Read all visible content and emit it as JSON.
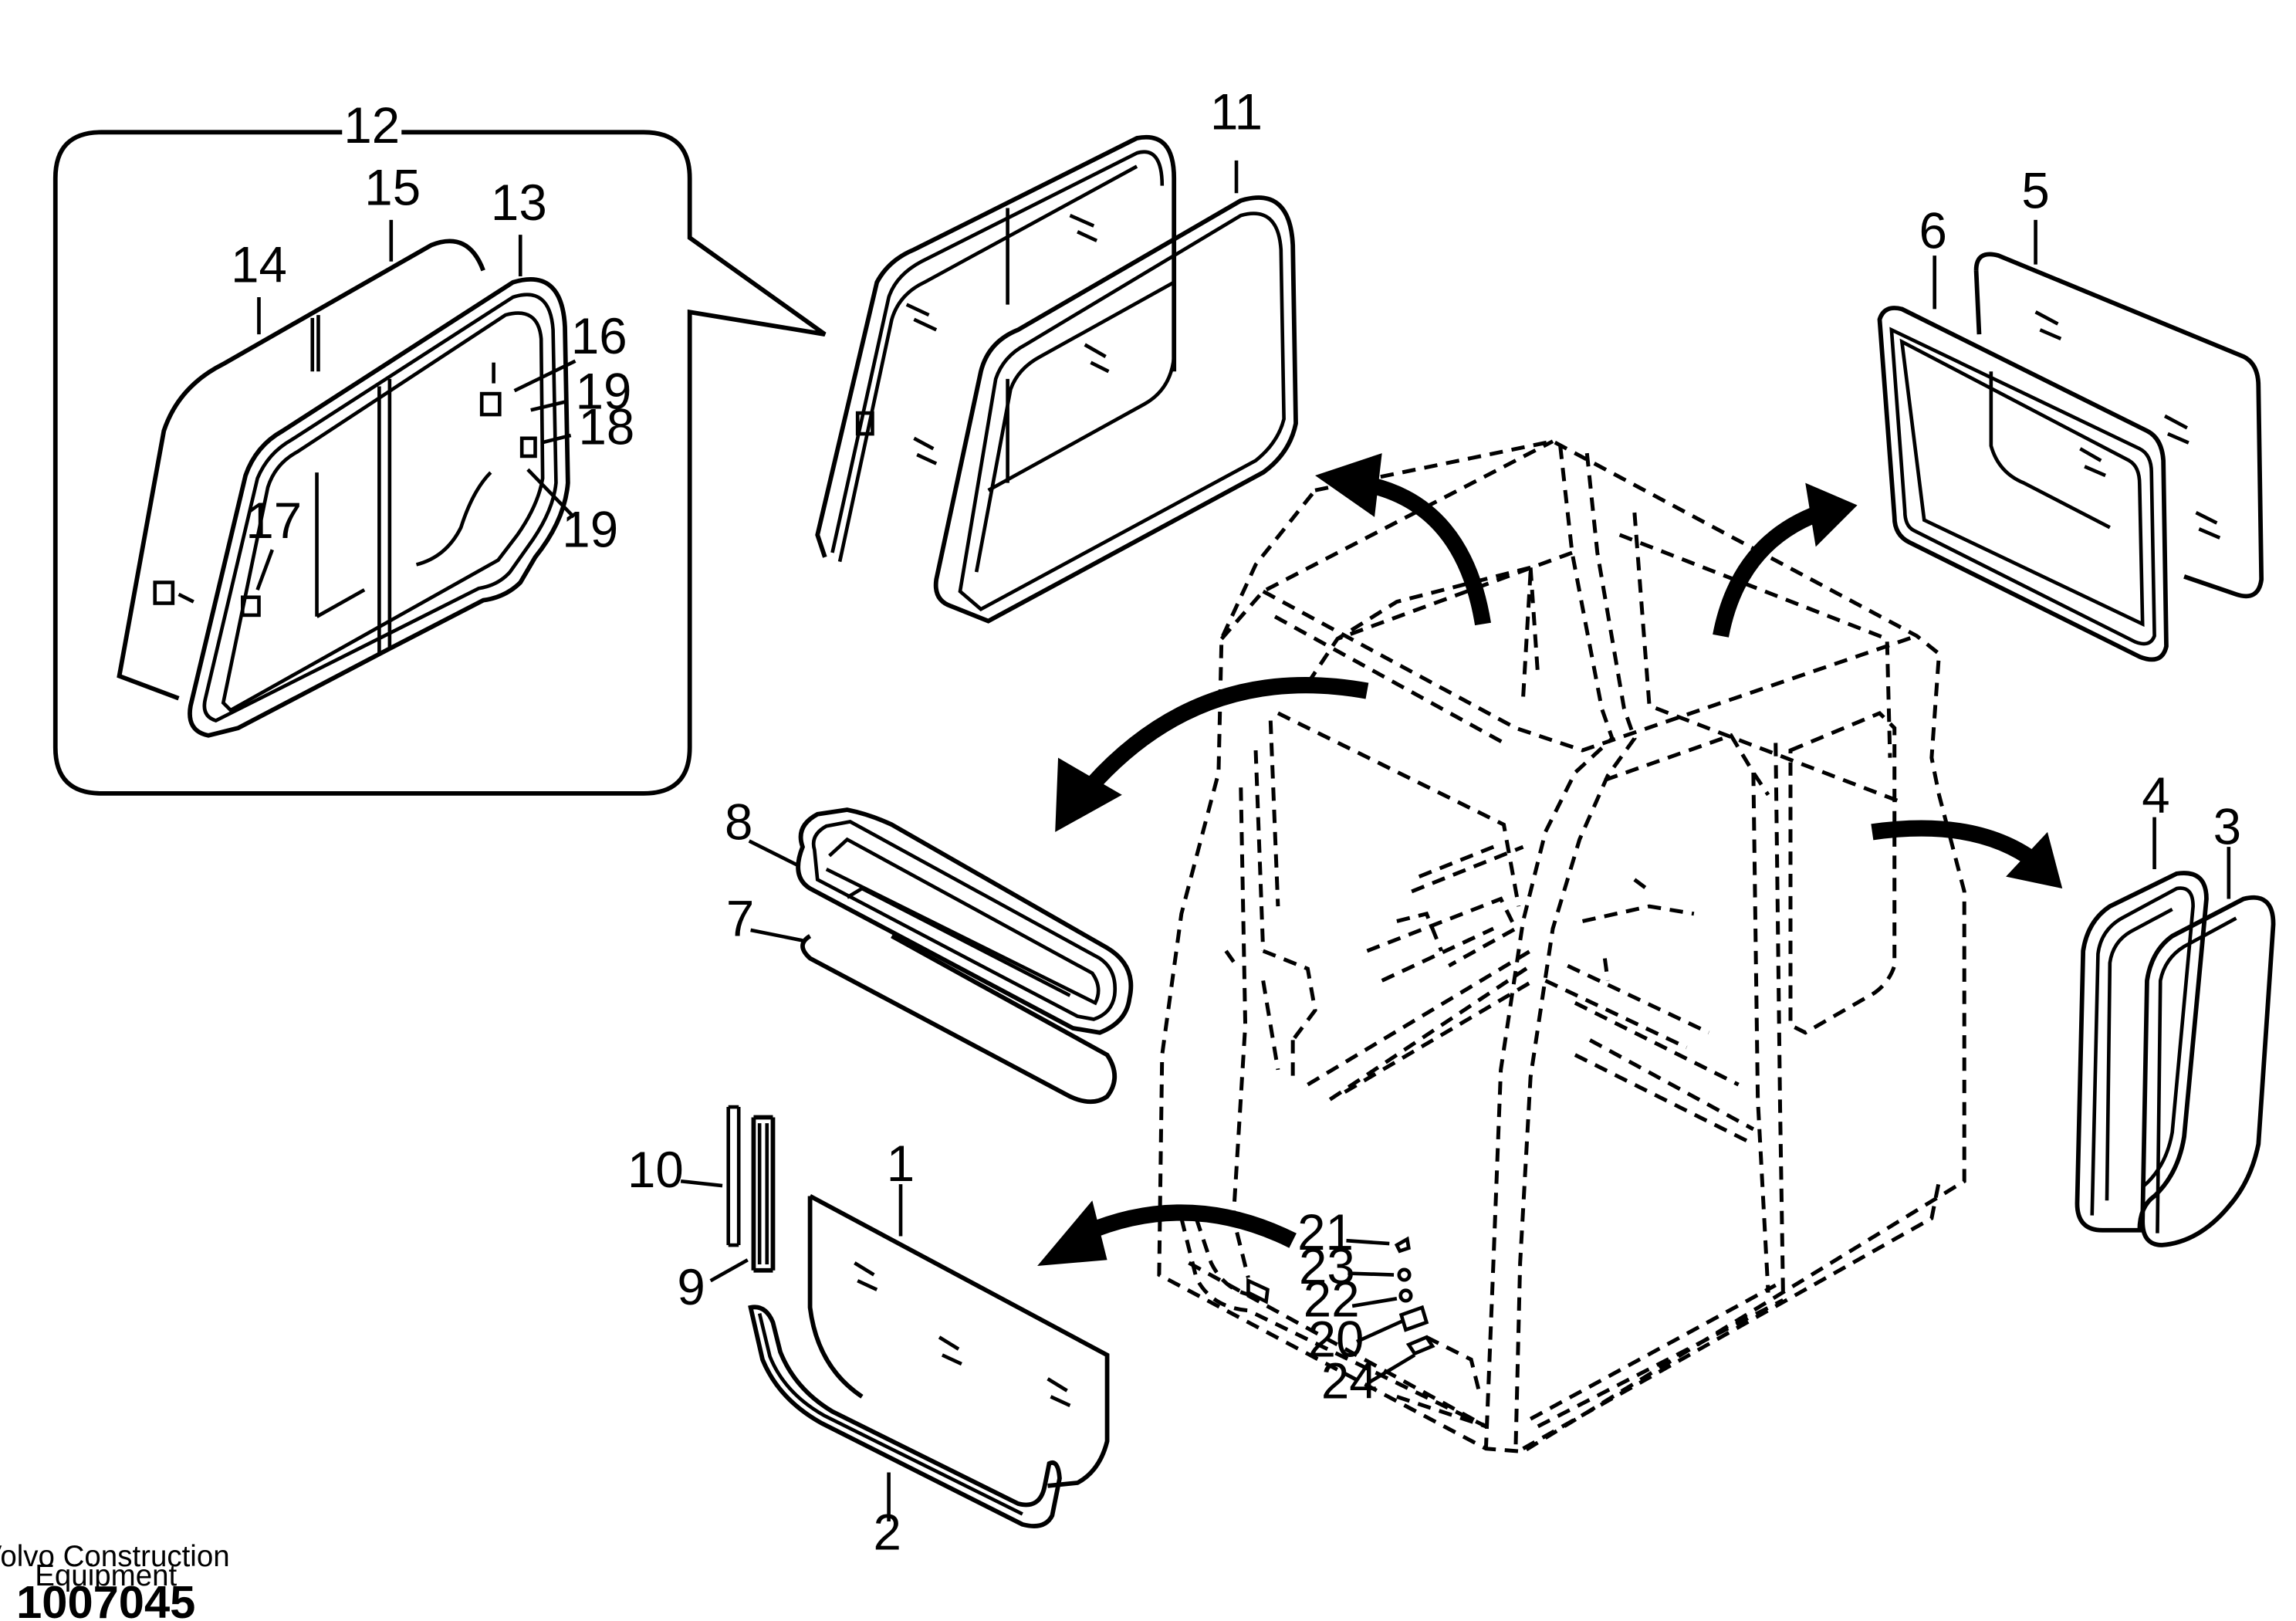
{
  "diagram": {
    "callouts": [
      "1",
      "2",
      "3",
      "4",
      "5",
      "6",
      "7",
      "8",
      "9",
      "10",
      "11",
      "12",
      "13",
      "14",
      "15",
      "16",
      "17",
      "18",
      "19",
      "20",
      "21",
      "22",
      "23",
      "24"
    ]
  },
  "footer": {
    "company_line1": "Volvo Construction",
    "company_line2": "Equipment",
    "document_number": "1007045"
  }
}
